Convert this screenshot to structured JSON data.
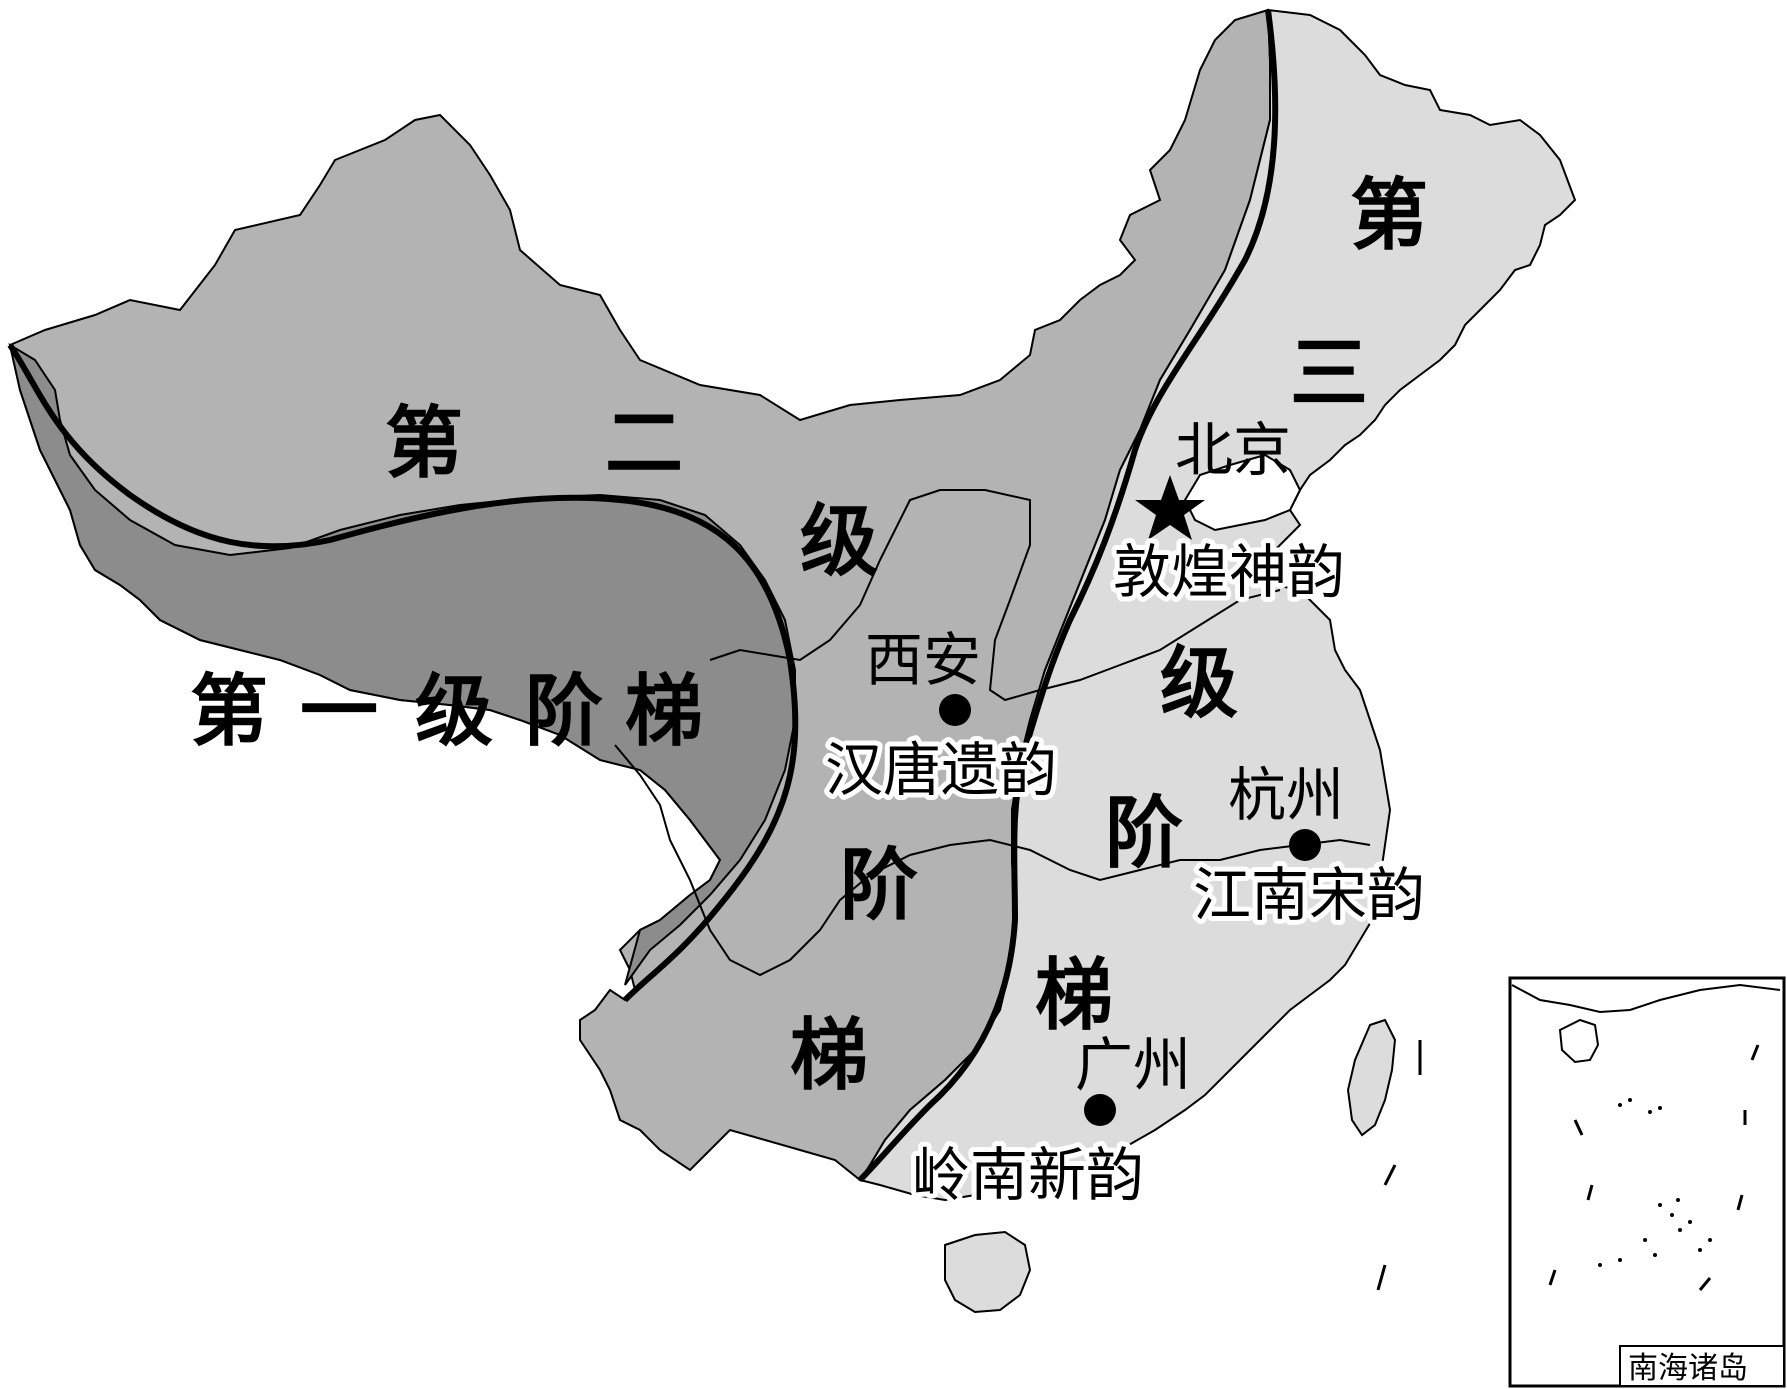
{
  "map": {
    "steps": {
      "first": [
        "第",
        "一",
        "级",
        "阶",
        "梯"
      ],
      "second": [
        "第",
        "二",
        "级",
        "阶",
        "梯"
      ],
      "third": [
        "第",
        "三",
        "级",
        "阶",
        "梯"
      ]
    },
    "cities": {
      "beijing": {
        "name": "北京",
        "theme": "敦煌神韵",
        "marker": "star"
      },
      "xian": {
        "name": "西安",
        "theme": "汉唐遗韵",
        "marker": "dot"
      },
      "hangzhou": {
        "name": "杭州",
        "theme": "江南宋韵",
        "marker": "dot"
      },
      "guangzhou": {
        "name": "广州",
        "theme": "岭南新韵",
        "marker": "dot"
      }
    },
    "inset": {
      "label": "南海诸岛"
    },
    "colors": {
      "first_step": "#8c8c8c",
      "second_step": "#b3b3b3",
      "third_step": "#dcdcdc",
      "boundary": "#000000"
    }
  }
}
